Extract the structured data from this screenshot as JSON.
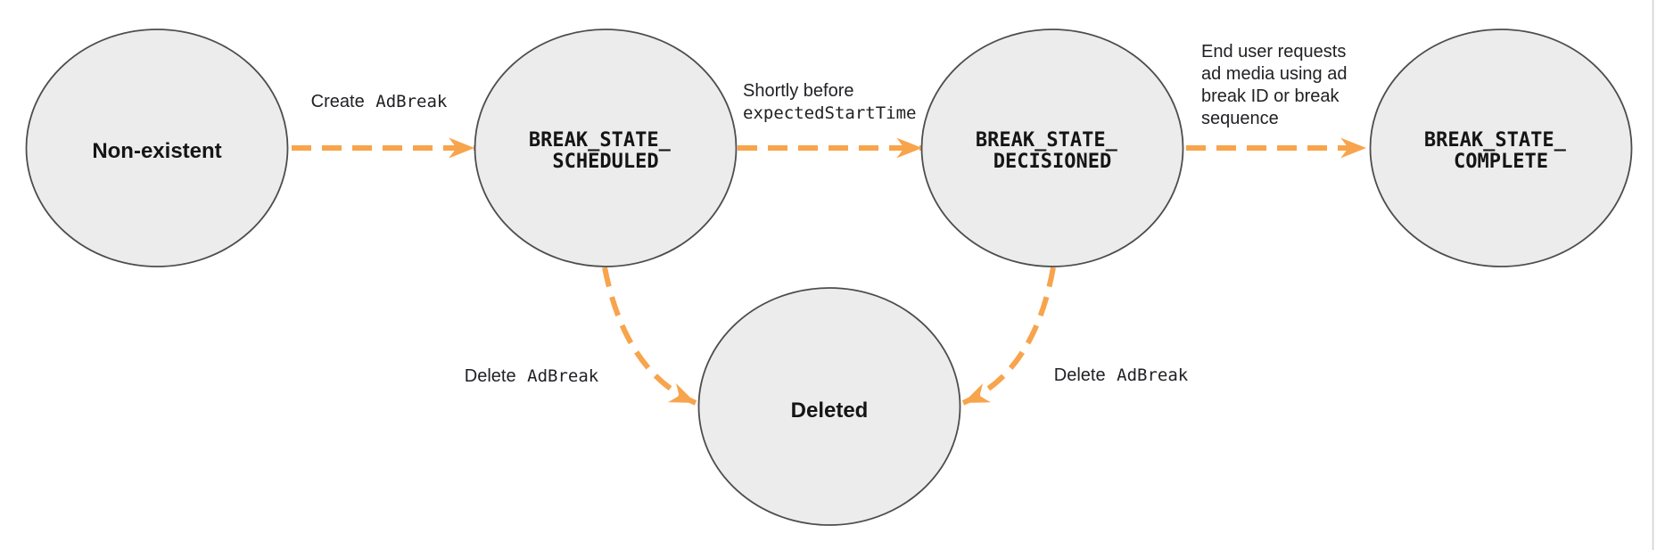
{
  "diagram": {
    "type": "state-diagram",
    "states": {
      "non_existent": {
        "label": "Non-existent"
      },
      "scheduled": {
        "line1": "BREAK_STATE_",
        "line2": "SCHEDULED"
      },
      "decisioned": {
        "line1": "BREAK_STATE_",
        "line2": "DECISIONED"
      },
      "complete": {
        "line1": "BREAK_STATE_",
        "line2": "COMPLETE"
      },
      "deleted": {
        "label": "Deleted"
      }
    },
    "transitions": {
      "create": {
        "from": "non_existent",
        "to": "scheduled",
        "text": "Create",
        "code": "AdBreak"
      },
      "decision": {
        "from": "scheduled",
        "to": "decisioned",
        "line1": "Shortly before",
        "code": "expectedStartTime"
      },
      "complete": {
        "from": "decisioned",
        "to": "complete",
        "line1": "End user requests",
        "line2": "ad media using ad",
        "line3": "break ID or break",
        "line4": "sequence"
      },
      "delete_from_scheduled": {
        "from": "scheduled",
        "to": "deleted",
        "text": "Delete",
        "code": "AdBreak"
      },
      "delete_from_decisioned": {
        "from": "decisioned",
        "to": "deleted",
        "text": "Delete",
        "code": "AdBreak"
      }
    },
    "colors": {
      "node_fill": "#ececed",
      "node_border": "#4d4d4d",
      "arrow": "#f7a44c",
      "state_text": "#151515",
      "label_text": "#202124",
      "page_border": "#cfcfcf"
    }
  }
}
